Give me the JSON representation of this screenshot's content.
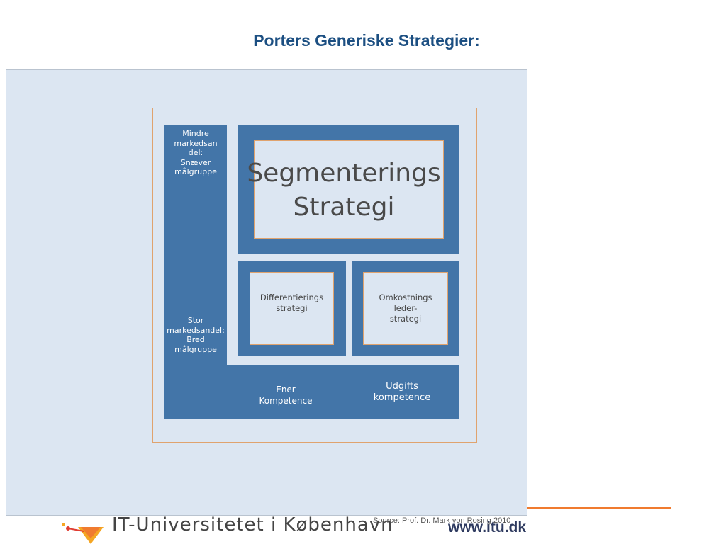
{
  "slide": {
    "title": "Porters Generiske Strategier:",
    "source": "Source:  Prof. Dr. Mark von Rosing 2010",
    "footer": {
      "university": "IT-Universitetet i København",
      "url": "www.itu.dk"
    }
  },
  "diagram": {
    "left_top_label": [
      "Mindre",
      "markedsan",
      "del:",
      "Snæver",
      "målgruppe"
    ],
    "left_bottom_label": [
      "Stor",
      "markedsandel:",
      "Bred",
      "målgruppe"
    ],
    "top_box": [
      "Segmenterings",
      "Strategi"
    ],
    "mid_left_box": [
      "Differentierings",
      "strategi"
    ],
    "mid_right_box": [
      "Omkostnings",
      "leder-",
      "strategi"
    ],
    "bottom_left_label": [
      "Ener",
      "Kompetence"
    ],
    "bottom_right_label": [
      "Udgifts",
      "kompetence"
    ]
  },
  "colors": {
    "title": "#1c4f82",
    "panel": "#dce6f2",
    "block": "#4375a8",
    "outline": "#e0a36e",
    "footer_rule": "#f07b2f"
  }
}
